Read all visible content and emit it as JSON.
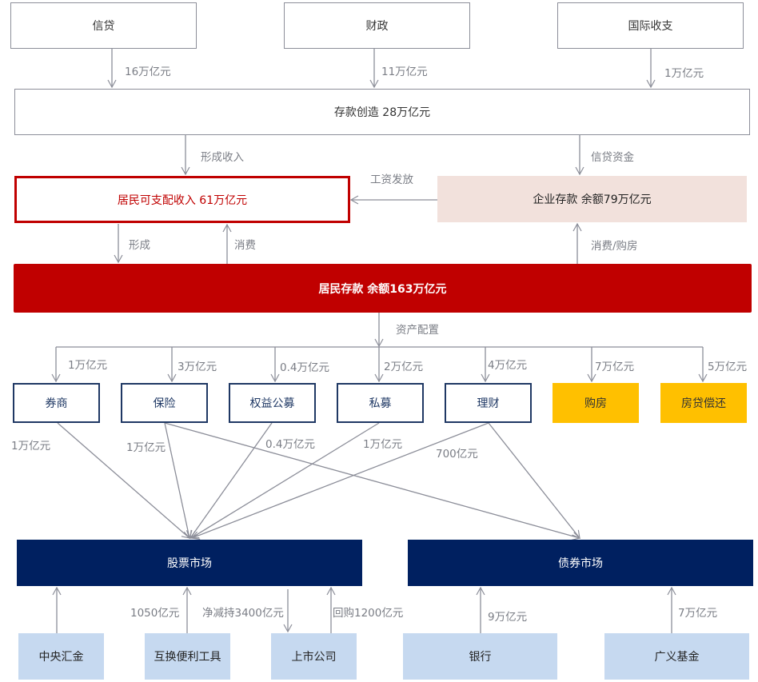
{
  "sources": [
    {
      "label": "信贷",
      "flow": "16万亿元"
    },
    {
      "label": "财政",
      "flow": "11万亿元"
    },
    {
      "label": "国际收支",
      "flow": "1万亿元"
    }
  ],
  "deposit_creation": {
    "label": "存款创造 28万亿元"
  },
  "flows": {
    "form_income": "形成收入",
    "credit_funds": "信贷资金",
    "wage_payment": "工资发放",
    "form": "形成",
    "consume": "消费",
    "consume_buy_house": "消费/购房",
    "asset_allocation": "资产配置"
  },
  "household_income": {
    "label": "居民可支配收入 61万亿元"
  },
  "corporate_deposit": {
    "label": "企业存款 余额79万亿元"
  },
  "household_deposit": {
    "label": "居民存款 余额163万亿元"
  },
  "institutions": [
    {
      "label": "券商",
      "inflow": "1万亿元",
      "outflow": "1万亿元"
    },
    {
      "label": "保险",
      "inflow": "3万亿元",
      "outflow": "1万亿元"
    },
    {
      "label": "权益公募",
      "inflow": "0.4万亿元",
      "outflow": "0.4万亿元"
    },
    {
      "label": "私募",
      "inflow": "2万亿元",
      "outflow": "1万亿元"
    },
    {
      "label": "理财",
      "inflow": "4万亿元",
      "outflow": "700亿元"
    }
  ],
  "housing": [
    {
      "label": "购房",
      "inflow": "7万亿元"
    },
    {
      "label": "房贷偿还",
      "inflow": "5万亿元"
    }
  ],
  "markets": {
    "stock": "股票市场",
    "bond": "债券市场"
  },
  "bottom": [
    {
      "label": "中央汇金",
      "flow": ""
    },
    {
      "label": "互换便利工具",
      "flow": "1050亿元"
    },
    {
      "label": "上市公司",
      "flow_out": "净减持3400亿元",
      "flow_in": "回购1200亿元"
    },
    {
      "label": "银行",
      "flow": "9万亿元"
    },
    {
      "label": "广义基金",
      "flow": "7万亿元"
    }
  ],
  "colors": {
    "household_red": "#c00000",
    "corporate_pink": "#f2e1dc",
    "institution_border": "#1f3864",
    "housing_yellow": "#ffc000",
    "market_navy": "#002060",
    "bottom_blue": "#c6d9f0",
    "line_gray": "#8c8e99"
  }
}
